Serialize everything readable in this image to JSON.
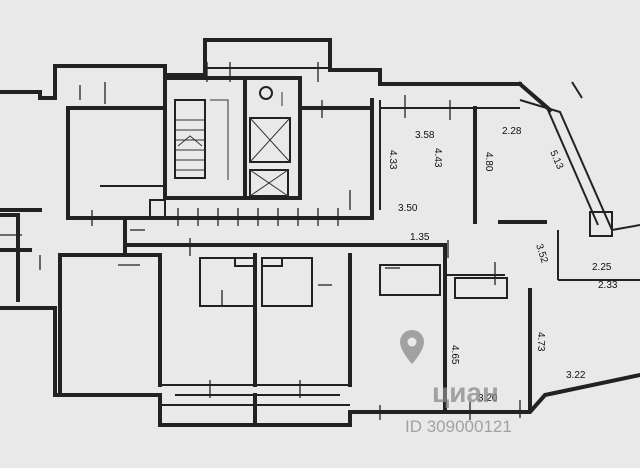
{
  "dimensions": {
    "d358": "3.58",
    "d228": "2.28",
    "d433": "4.33",
    "d443": "4.43",
    "d480": "4.80",
    "d513": "5.13",
    "d350": "3.50",
    "d135": "1.35",
    "d352": "3.52",
    "d225": "2.25",
    "d233": "2.33",
    "d465": "4.65",
    "d473": "4.73",
    "d322": "3.22",
    "d320": "3.20"
  },
  "watermark": {
    "brand": "циан",
    "id_text": "ID 309000121"
  },
  "colors": {
    "paper": "#e9e9e9",
    "ink": "#222222",
    "watermark": "#8a8a8a"
  }
}
